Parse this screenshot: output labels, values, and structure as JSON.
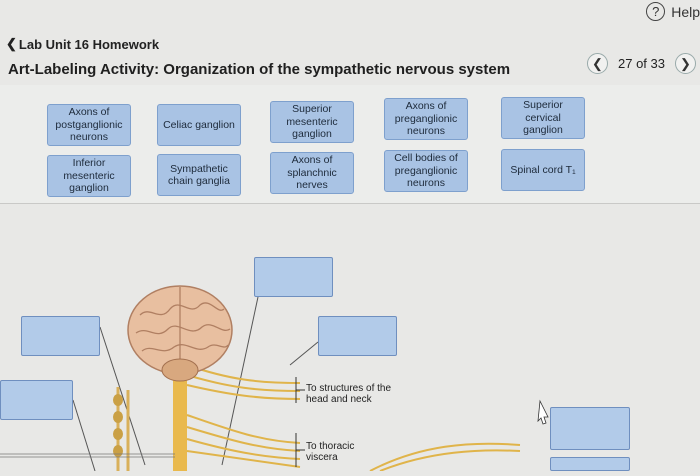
{
  "header": {
    "help_icon": "question-mark-icon",
    "help_label": "Help",
    "back_label": "Lab Unit 16 Homework",
    "title": "Art-Labeling Activity: Organization of the sympathetic nervous system",
    "pager_text": "27 of 33"
  },
  "label_bank": [
    "Axons of postganglionic neurons",
    "Celiac ganglion",
    "Superior mesenteric ganglion",
    "Axons of preganglionic neurons",
    "Superior cervical ganglion",
    "Inferior mesenteric ganglion",
    "Sympathetic chain ganglia",
    "Axons of splanchnic nerves",
    "Cell bodies of preganglionic neurons",
    "Spinal cord T₁"
  ],
  "figure_labels": {
    "head_neck": "To structures of the head and neck",
    "thoracic": "To thoracic viscera"
  },
  "colors": {
    "chip_fill": "#a9c3e4",
    "drop_fill": "#b2cbe9",
    "nerve": "#e0b44a"
  }
}
